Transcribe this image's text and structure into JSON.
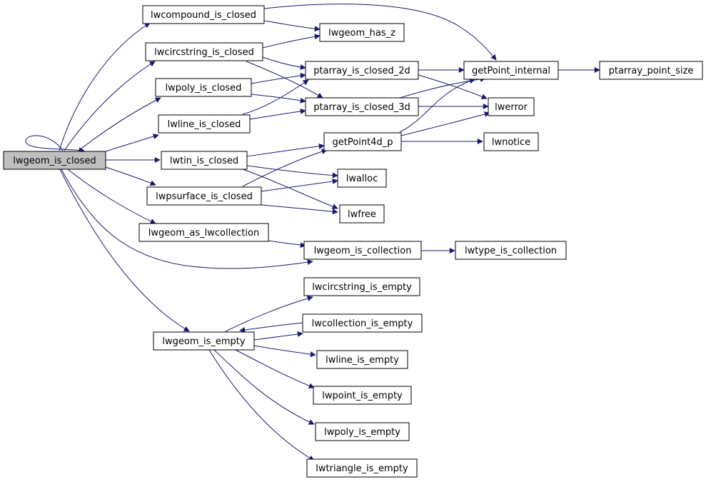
{
  "colors": {
    "edge": "#191970",
    "node_border": "#000000",
    "node_fill": "#ffffff",
    "root_fill": "#bfbfbf"
  },
  "nodes": {
    "lwgeom_is_closed": "lwgeom_is_closed",
    "lwcompound_is_closed": "lwcompound_is_closed",
    "lwgeom_has_z": "lwgeom_has_z",
    "lwcircstring_is_closed": "lwcircstring_is_closed",
    "ptarray_is_closed_2d": "ptarray_is_closed_2d",
    "getPoint_internal": "getPoint_internal",
    "ptarray_point_size": "ptarray_point_size",
    "lwpoly_is_closed": "lwpoly_is_closed",
    "ptarray_is_closed_3d": "ptarray_is_closed_3d",
    "lwerror": "lwerror",
    "lwline_is_closed": "lwline_is_closed",
    "getPoint4d_p": "getPoint4d_p",
    "lwnotice": "lwnotice",
    "lwtin_is_closed": "lwtin_is_closed",
    "lwalloc": "lwalloc",
    "lwpsurface_is_closed": "lwpsurface_is_closed",
    "lwfree": "lwfree",
    "lwgeom_as_lwcollection": "lwgeom_as_lwcollection",
    "lwgeom_is_collection": "lwgeom_is_collection",
    "lwtype_is_collection": "lwtype_is_collection",
    "lwcircstring_is_empty": "lwcircstring_is_empty",
    "lwcollection_is_empty": "lwcollection_is_empty",
    "lwgeom_is_empty": "lwgeom_is_empty",
    "lwline_is_empty": "lwline_is_empty",
    "lwpoint_is_empty": "lwpoint_is_empty",
    "lwpoly_is_empty": "lwpoly_is_empty",
    "lwtriangle_is_empty": "lwtriangle_is_empty"
  }
}
